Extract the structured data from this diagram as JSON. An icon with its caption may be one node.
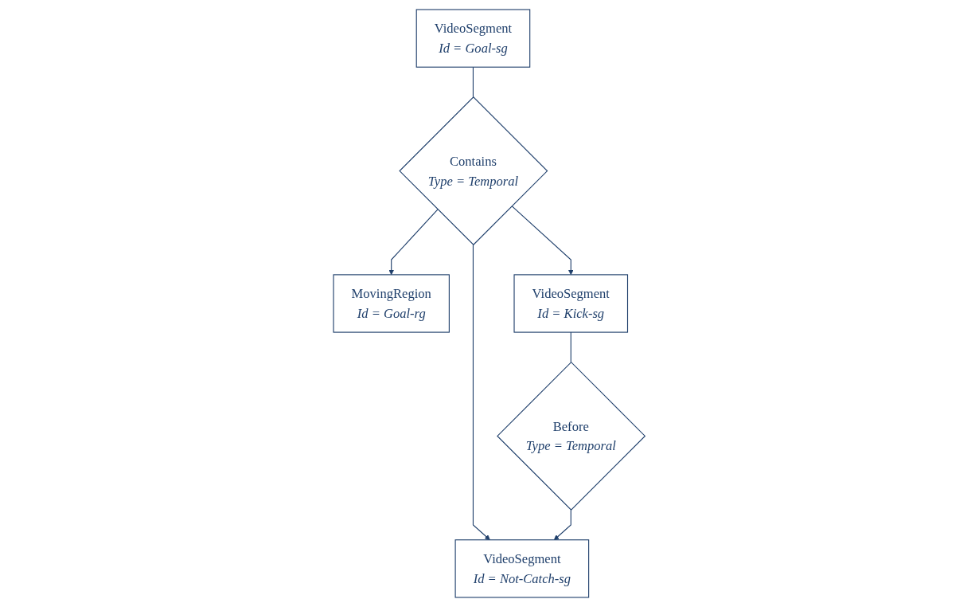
{
  "diagram": {
    "nodes": [
      {
        "text": [
          "VideoSegment",
          "Id = Goal-sg"
        ]
      },
      {
        "text": [
          "Contains",
          "Type = Temporal"
        ]
      },
      {
        "text": [
          "MovingRegion",
          "Id = Goal-rg"
        ]
      },
      {
        "text": [
          "VideoSegment",
          "Id = Kick-sg"
        ]
      },
      {
        "text": [
          "VideoSegment",
          "Id = Not-Catch-sg"
        ]
      },
      {
        "text": [
          "Before",
          "Type = Temporal"
        ]
      }
    ],
    "edges": [
      {
        "from": 0,
        "to": 1,
        "arrow": "none"
      },
      {
        "from": 1,
        "to": 2,
        "arrow": "to"
      },
      {
        "from": 1,
        "to": 3,
        "arrow": "to"
      },
      {
        "from": 1,
        "to": 4,
        "arrow": "to"
      },
      {
        "from": 3,
        "to": 5,
        "arrow": "none"
      },
      {
        "from": 5,
        "to": 4,
        "arrow": "to"
      }
    ]
  }
}
